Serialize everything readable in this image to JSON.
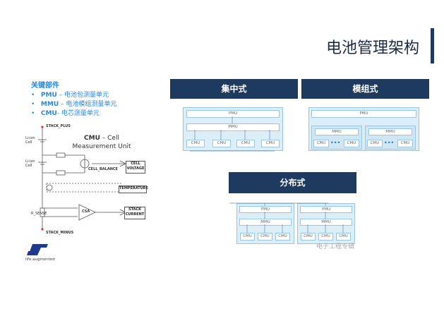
{
  "title": "电池管理架构",
  "key_points": {
    "heading": "关键部件",
    "items": [
      {
        "bullet": "•",
        "term": "PMU",
        "desc": " – 电池包测量单元"
      },
      {
        "bullet": "•",
        "term": "MMU",
        "desc": " – 电池模组测量单元"
      },
      {
        "bullet": "•",
        "term": "CMU",
        "desc": "- 电芯测量单元"
      }
    ]
  },
  "circuit": {
    "caption_term": "CMU",
    "caption_rest": " – Cell",
    "caption_line2": "Measurement Unit",
    "stack_plus": "STACK_PLUS",
    "stack_minus": "STACK_MINUS",
    "cell1": "Li-ion\nCell",
    "cell2": "Li-ion\nCell",
    "rsense": "R_SENSE",
    "cell_balance": "CELL_BALANCE",
    "cell_voltage": "CELL\nVOLTAGE",
    "temperature": "TEMPERATURE",
    "csa": "CSA",
    "stack_current": "STACK\nCURRENT"
  },
  "logo": {
    "text": "life.augmented"
  },
  "centralized": {
    "label": "集中式",
    "pmu": "PMU",
    "mmu": "MMU",
    "cmu": [
      "CMU",
      "CMU",
      "CMU",
      "CMU"
    ]
  },
  "modular": {
    "label": "模组式",
    "pmu": "PMU",
    "mmu": [
      "MMU",
      "MMU"
    ],
    "cmu": [
      "CMU",
      "CMU",
      "CMU",
      "CMU"
    ],
    "dots": "•••"
  },
  "distributed": {
    "label": "分布式",
    "pmu": [
      "PMU",
      "PMU"
    ],
    "mmu": [
      "MMU",
      "MMU"
    ],
    "cmu": [
      "CMU",
      "CMU",
      "CMU",
      "CMU",
      "CMU",
      "CMU"
    ]
  },
  "watermark": "电子工程专辑",
  "colors": {
    "banner": "#1e3a5f",
    "accent": "#2a8ad8",
    "box_fill": "#dceef8",
    "box_border": "#9cc6e0"
  }
}
